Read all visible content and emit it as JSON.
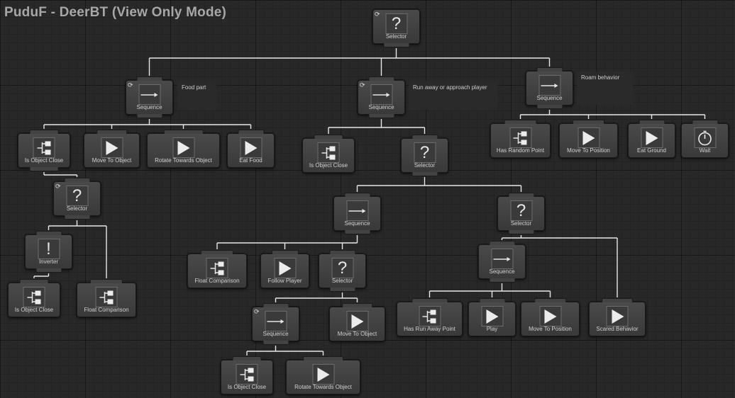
{
  "window": {
    "title": "PuduF - DeerBT (View Only Mode)"
  },
  "icons": {
    "selector": "question-mark-icon",
    "sequence": "arrow-right-icon",
    "conditional": "branch-icon",
    "action": "play-icon",
    "inverter": "exclamation-icon",
    "wait": "stopwatch-icon",
    "abort": "conditional-abort-icon"
  },
  "nodes": {
    "root": {
      "label": "Selector"
    },
    "food_sequence": {
      "label": "Sequence",
      "comment": "Food part"
    },
    "food_is_object_close": {
      "label": "Is Object Close"
    },
    "food_move_to_object": {
      "label": "Move To Object"
    },
    "food_rotate_towards_object": {
      "label": "Rotate Towards Object"
    },
    "food_eat_food": {
      "label": "Eat Food"
    },
    "food_selector": {
      "label": "Selector"
    },
    "food_inverter": {
      "label": "Inverter"
    },
    "food_inv_is_object_close": {
      "label": "Is Object Close"
    },
    "food_float_comparison": {
      "label": "Float Comparison"
    },
    "run_sequence": {
      "label": "Sequence",
      "comment": "Run away or approach player"
    },
    "run_is_object_close": {
      "label": "Is Object Close"
    },
    "run_selector": {
      "label": "Selector"
    },
    "run_left_sequence": {
      "label": "Sequence"
    },
    "run_float_comparison": {
      "label": "Float Comparison"
    },
    "run_follow_player": {
      "label": "Follow Player"
    },
    "run_inner_selector": {
      "label": "Selector"
    },
    "run_inner_sequence": {
      "label": "Sequence"
    },
    "run_move_to_object": {
      "label": "Move To Object"
    },
    "run_inner_is_object_close": {
      "label": "Is Object Close"
    },
    "run_rotate_towards_object": {
      "label": "Rotate Towards Object"
    },
    "run_right_selector": {
      "label": "Selector"
    },
    "run_right_sequence": {
      "label": "Sequence"
    },
    "run_scared_behavior": {
      "label": "Scared Behavior"
    },
    "run_has_run_away_point": {
      "label": "Has Run Away Point"
    },
    "run_play": {
      "label": "Play"
    },
    "run_move_to_position": {
      "label": "Move To Position"
    },
    "roam_sequence": {
      "label": "Sequence",
      "comment": "Roam behavior"
    },
    "roam_has_random_point": {
      "label": "Has Random Point"
    },
    "roam_move_to_position": {
      "label": "Move To Position"
    },
    "roam_eat_ground": {
      "label": "Eat Ground"
    },
    "roam_wait": {
      "label": "Wait"
    }
  }
}
